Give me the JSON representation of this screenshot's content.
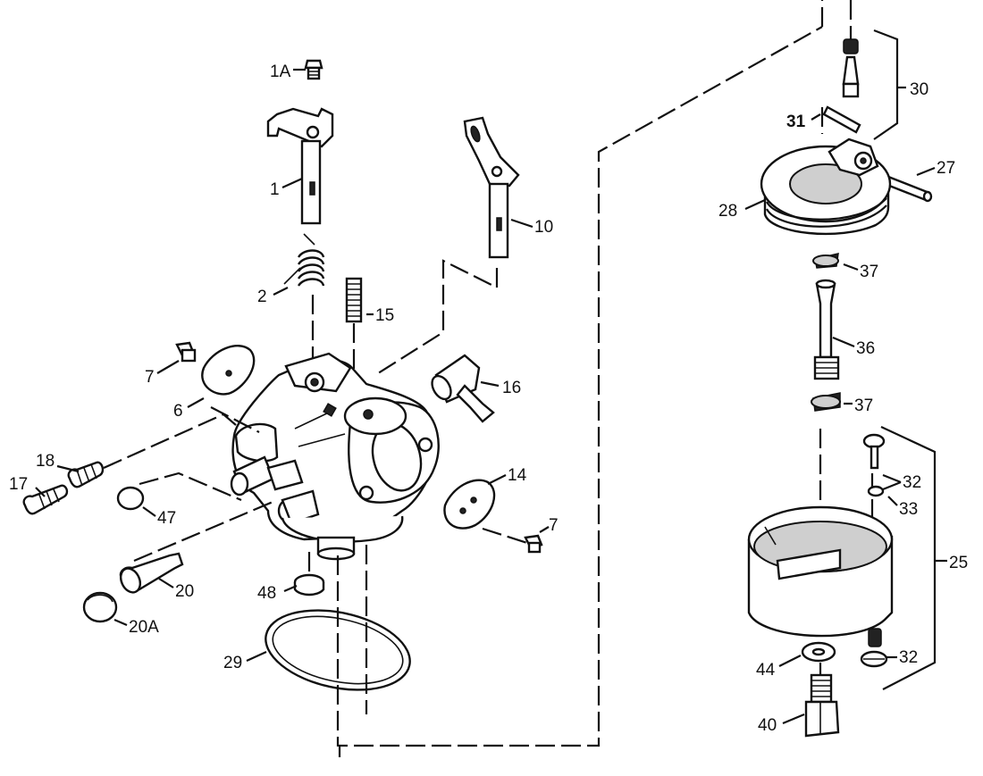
{
  "callouts": {
    "c1A": "1A",
    "c1": "1",
    "c2": "2",
    "c15": "15",
    "c10": "10",
    "c7a": "7",
    "c6": "6",
    "c16": "16",
    "c18": "18",
    "c17": "17",
    "c47": "47",
    "c14": "14",
    "c7b": "7",
    "c20": "20",
    "c20A": "20A",
    "c48": "48",
    "c29": "29",
    "c30": "30",
    "c31": "31",
    "c27": "27",
    "c28": "28",
    "c37a": "37",
    "c36": "36",
    "c37b": "37",
    "c32a": "32",
    "c33": "33",
    "c25": "25",
    "c44": "44",
    "c32b": "32",
    "c40": "40"
  }
}
